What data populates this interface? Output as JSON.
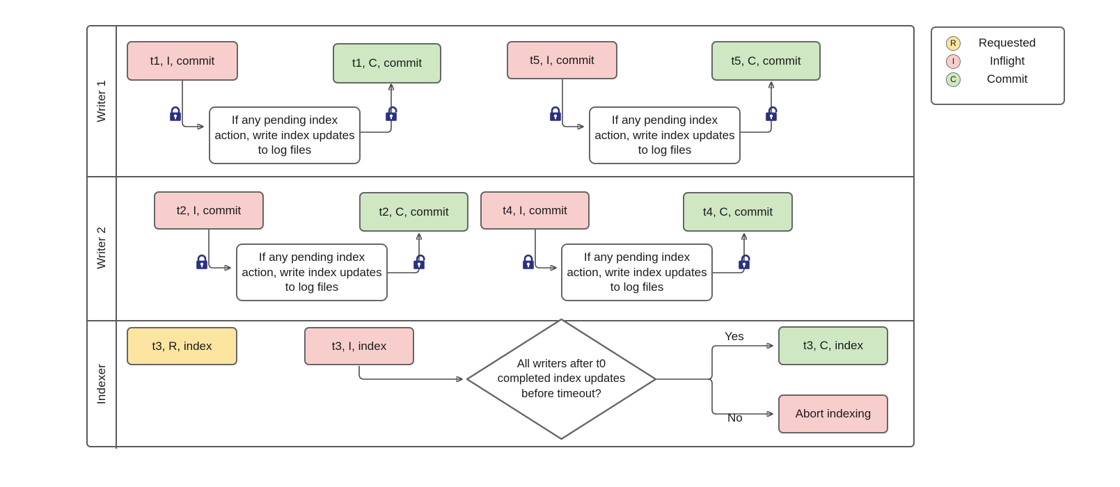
{
  "diagram": {
    "title": "Writer/Indexer lock coordination swimlane",
    "colors": {
      "inflight": "#f8cecc",
      "commit": "#cfe8c3",
      "requested": "#fbe5a0",
      "border": "#666666",
      "lane_border": "#5a5a5a",
      "edge": "#4d4d4d",
      "lock": "#2b3180"
    }
  },
  "lanes": [
    {
      "label": "Writer 1"
    },
    {
      "label": "Writer 2"
    },
    {
      "label": "Indexer"
    }
  ],
  "writer1": {
    "inflight_t1": "t1, I, commit",
    "commit_t1": "t1, C, commit",
    "process_1": "If any pending index action, write index updates to log files",
    "inflight_t5": "t5, I, commit",
    "commit_t5": "t5, C, commit",
    "process_2": "If any pending index action, write index updates to log files",
    "lock_closed_1": "lock-closed",
    "lock_open_1": "lock-open",
    "lock_closed_2": "lock-closed",
    "lock_open_2": "lock-open"
  },
  "writer2": {
    "inflight_t2": "t2, I, commit",
    "commit_t2": "t2, C, commit",
    "process_1": "If any pending index action, write index updates to log files",
    "inflight_t4": "t4, I, commit",
    "commit_t4": "t4, C, commit",
    "process_2": "If any pending index action, write index updates to log files",
    "lock_closed_1": "lock-closed",
    "lock_open_1": "lock-open",
    "lock_closed_2": "lock-closed",
    "lock_open_2": "lock-open"
  },
  "indexer": {
    "requested_t3": "t3, R, index",
    "inflight_t3": "t3, I, index",
    "decision_line1": "All writers after t0",
    "decision_line2": "completed index updates",
    "decision_line3": "before timeout?",
    "yes_label": "Yes",
    "no_label": "No",
    "commit_t3": "t3, C, index",
    "abort": "Abort indexing"
  },
  "legend": {
    "items": [
      {
        "badge": "R",
        "label": "Requested",
        "color": "#fbe5a0"
      },
      {
        "badge": "I",
        "label": "Inflight",
        "color": "#f8cecc"
      },
      {
        "badge": "C",
        "label": "Commit",
        "color": "#cfe8c3"
      }
    ]
  }
}
